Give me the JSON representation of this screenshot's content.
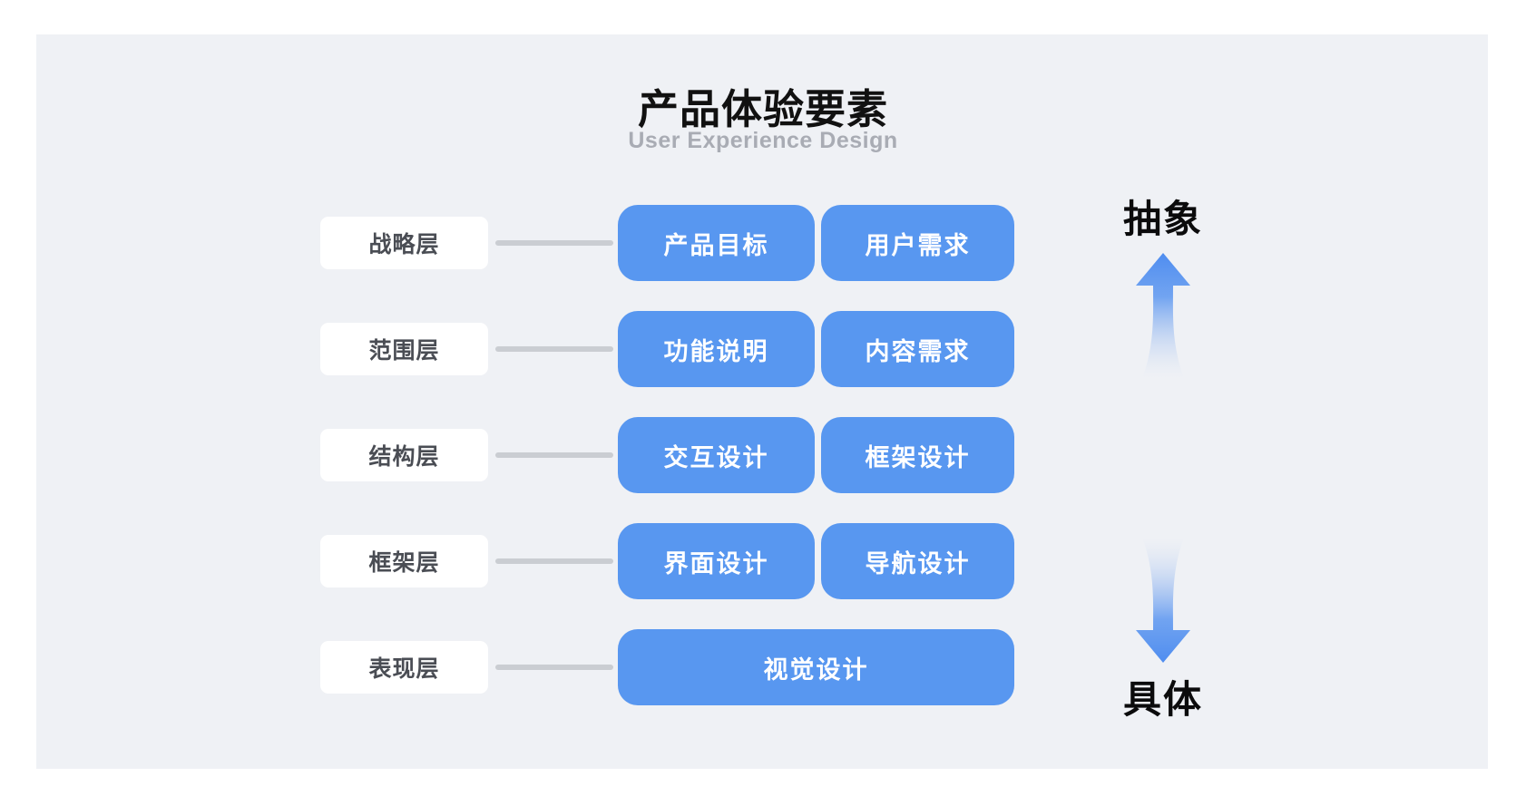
{
  "title": "产品体验要素",
  "subtitle": "User Experience Design",
  "scale": {
    "top_label": "抽象",
    "bottom_label": "具体"
  },
  "rows": [
    {
      "layer": "战略层",
      "items": [
        "产品目标",
        "用户需求"
      ]
    },
    {
      "layer": "范围层",
      "items": [
        "功能说明",
        "内容需求"
      ]
    },
    {
      "layer": "结构层",
      "items": [
        "交互设计",
        "框架设计"
      ]
    },
    {
      "layer": "框架层",
      "items": [
        "界面设计",
        "导航设计"
      ]
    },
    {
      "layer": "表现层",
      "items": [
        "视觉设计"
      ]
    }
  ],
  "colors": {
    "panel_background": "#EFF1F5",
    "node_blue": "#5897F0",
    "node_text": "#FFFFFF",
    "layer_box_background": "#FFFFFF",
    "layer_text": "#4A4D54",
    "connector_gray": "#CACDD2",
    "subtitle_gray": "#A9ACB4",
    "title_black": "#111111"
  }
}
